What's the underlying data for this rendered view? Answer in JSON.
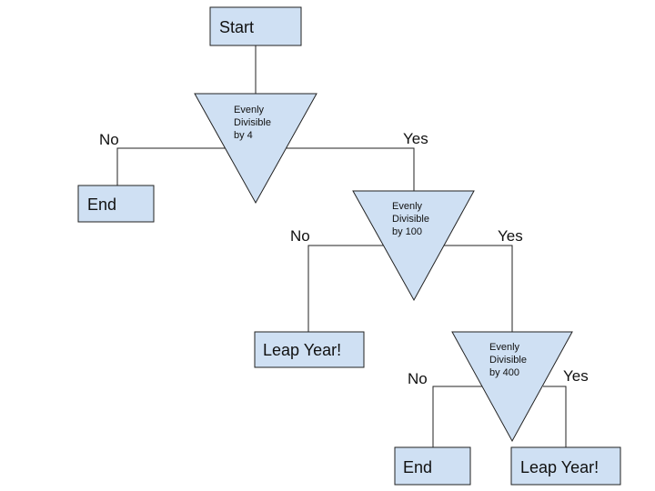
{
  "colors": {
    "shape_fill": "#cfe0f3",
    "stroke": "#222222",
    "text": "#111111",
    "background": "#ffffff"
  },
  "nodes": {
    "start": "Start",
    "end_1": "End",
    "leap_year_1": "Leap Year!",
    "end_2": "End",
    "leap_year_2": "Leap Year!"
  },
  "decisions": [
    {
      "lines": [
        "Evenly",
        "Divisible",
        "by 4"
      ],
      "no_label": "No",
      "yes_label": "Yes"
    },
    {
      "lines": [
        "Evenly",
        "Divisible",
        "by 100"
      ],
      "no_label": "No",
      "yes_label": "Yes"
    },
    {
      "lines": [
        "Evenly",
        "Divisible",
        "by 400"
      ],
      "no_label": "No",
      "yes_label": "Yes"
    }
  ]
}
